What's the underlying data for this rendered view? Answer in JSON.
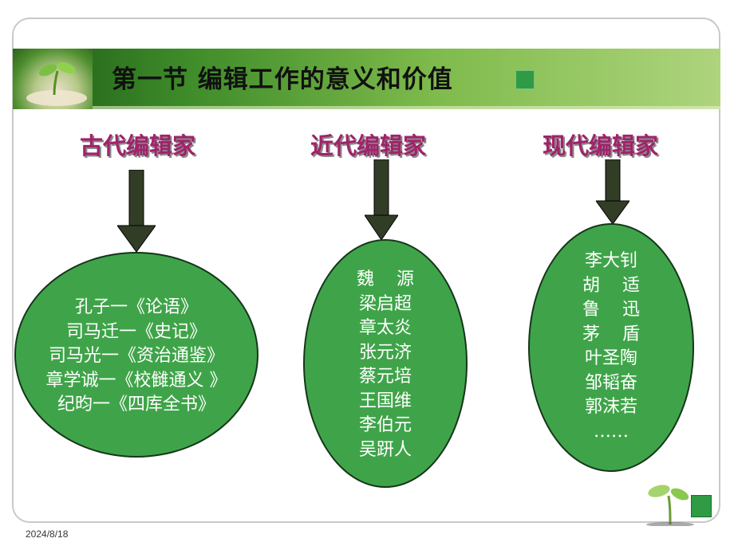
{
  "slide": {
    "title": "第一节   编辑工作的意义和价值",
    "date": "2024/8/18",
    "accent_color": "#3fa449",
    "heading_color": "#a0236b"
  },
  "columns": [
    {
      "heading": "古代编辑家",
      "items": [
        "孔子一《论语》",
        "司马迁一《史记》",
        "司马光一《资治通鉴》",
        "章学诚一《校雠通义 》",
        "纪昀一《四库全书》"
      ]
    },
    {
      "heading": "近代编辑家",
      "items": [
        "魏    源",
        "梁启超",
        "章太炎",
        "张元济",
        "蔡元培",
        "王国维",
        "李伯元",
        "吴趼人"
      ]
    },
    {
      "heading": "现代编辑家",
      "items": [
        "李大钊",
        "胡    适",
        "鲁    迅",
        "茅    盾",
        "叶圣陶",
        "邹韬奋",
        "郭沫若",
        "……"
      ]
    }
  ]
}
